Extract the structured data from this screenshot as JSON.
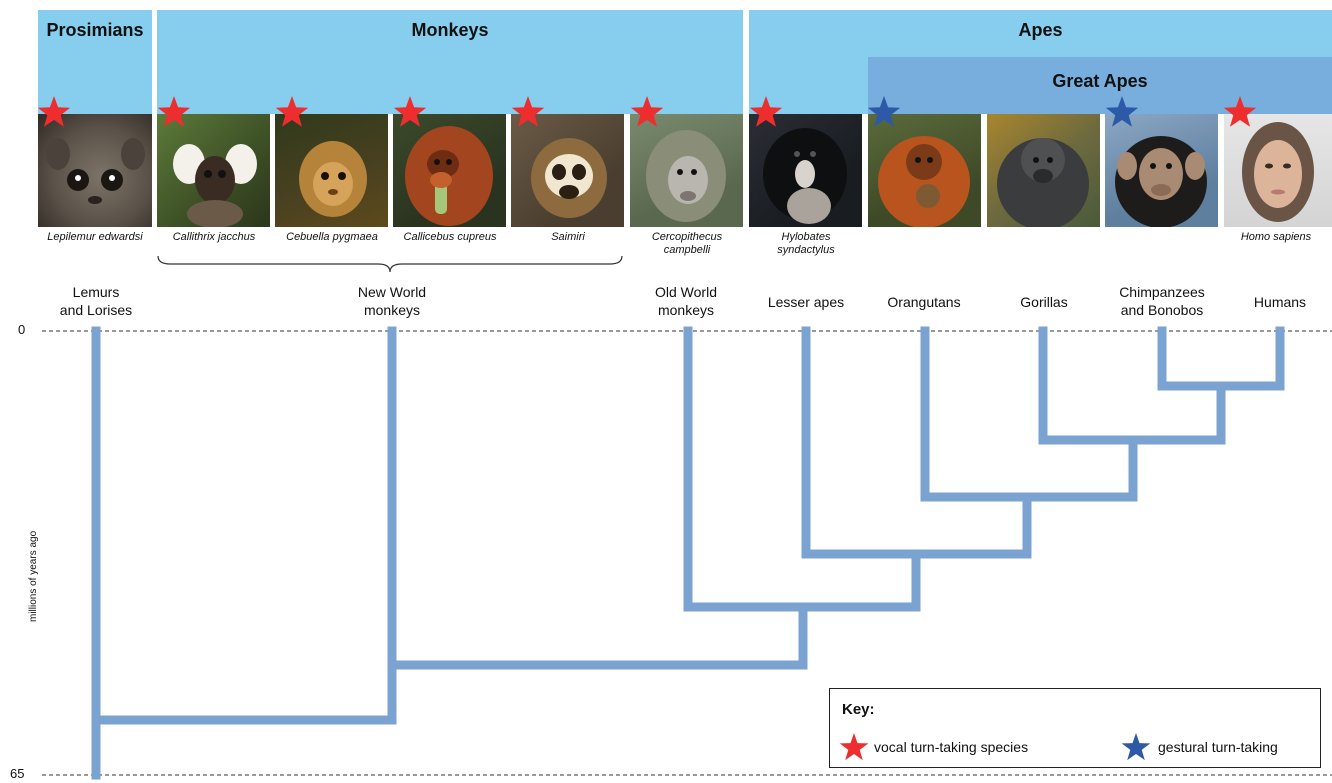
{
  "bands": {
    "prosimians": "Prosimians",
    "monkeys": "Monkeys",
    "apes": "Apes",
    "great_apes": "Great Apes"
  },
  "species": [
    {
      "name": "Lepilemur edwardsi",
      "star": "red"
    },
    {
      "name": "Callithrix jacchus",
      "star": "red"
    },
    {
      "name": "Cebuella pygmaea",
      "star": "red"
    },
    {
      "name": "Callicebus cupreus",
      "star": "red"
    },
    {
      "name": "Saimiri",
      "star": "red"
    },
    {
      "name": "Cercopithecus\ncampbelli",
      "star": "red"
    },
    {
      "name": "Hylobates\nsyndactylus",
      "star": "red"
    },
    {
      "name": "",
      "star": "blue"
    },
    {
      "name": "",
      "star": "none"
    },
    {
      "name": "",
      "star": "blue"
    },
    {
      "name": "Homo sapiens",
      "star": "red"
    }
  ],
  "groups": {
    "lemurs": "Lemurs\nand Lorises",
    "new_world": "New World\nmonkeys",
    "old_world": "Old World\nmonkeys",
    "lesser_apes": "Lesser apes",
    "orangutans": "Orangutans",
    "gorillas": "Gorillas",
    "chimps": "Chimpanzees\nand Bonobos",
    "humans": "Humans"
  },
  "axis": {
    "top_label": "0",
    "bottom_label": "65",
    "title": "millions of years ago",
    "range": [
      0,
      65
    ]
  },
  "key": {
    "title": "Key:",
    "vocal": "vocal turn-taking species",
    "gestural": "gestural turn-taking"
  },
  "colors": {
    "band": "#87ceee",
    "great_apes_band": "#78aedd",
    "tree": "#7ba3d1",
    "red_star": "#ee2e2e",
    "blue_star": "#2d5aa8"
  }
}
